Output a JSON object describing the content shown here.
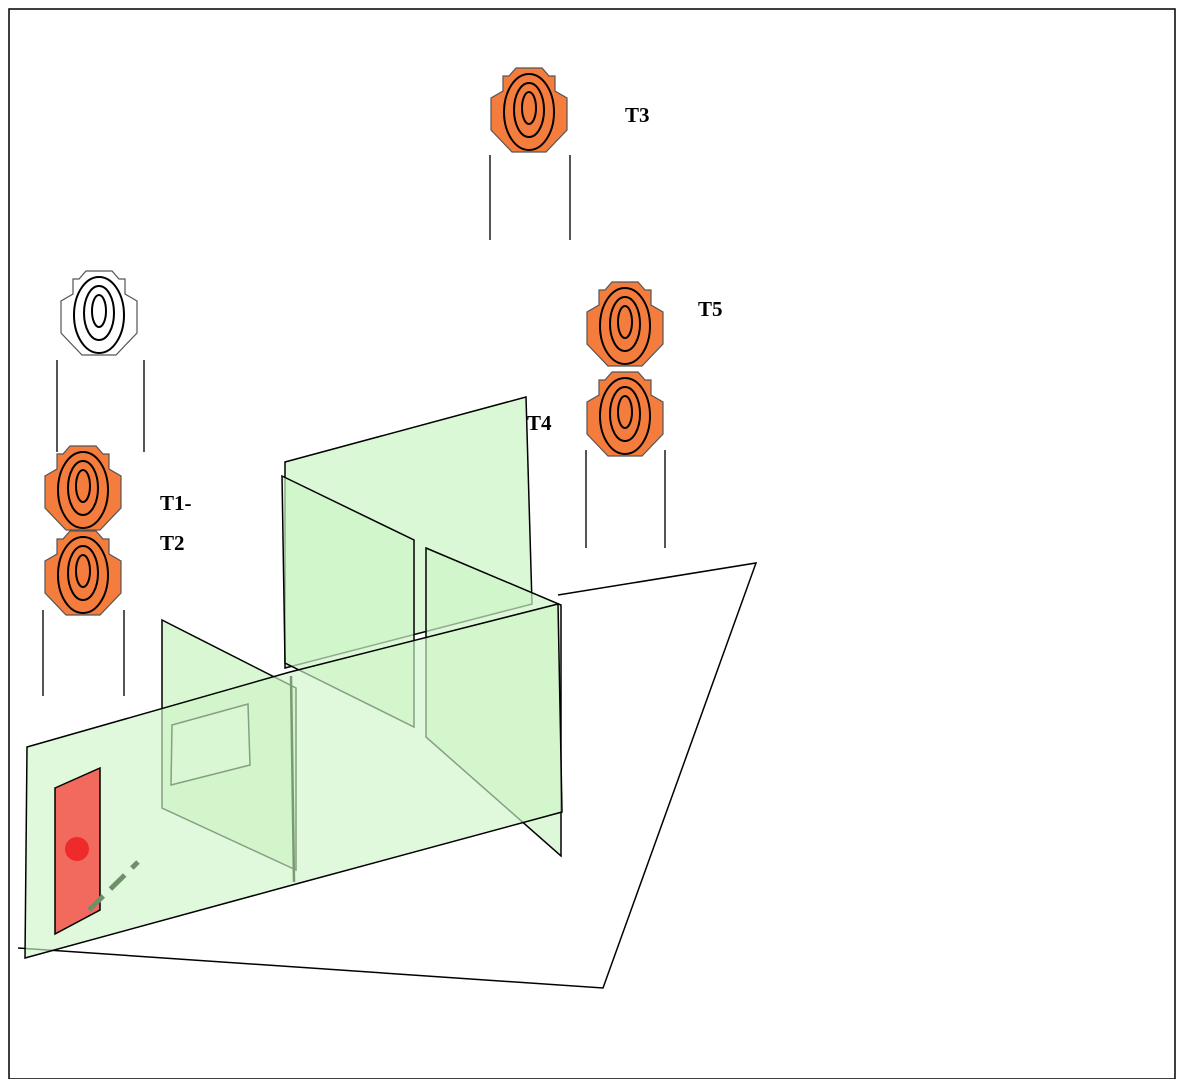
{
  "labels": {
    "t3": "T3",
    "t5": "T5",
    "t4": "T4",
    "t1_t2_line1": "T1-",
    "t1_t2_line2": "T2"
  },
  "colors": {
    "target_orange": "#f47c3c",
    "target_white": "#ffffff",
    "wall_fill": "#cff5c8",
    "wall_stroke": "#000000",
    "window_fill": "#eafde6",
    "start_box": "#f26a5e",
    "start_dot": "#ee2a2a",
    "dash_line": "#6f8f6a"
  },
  "targets": [
    {
      "id": "T3",
      "type": "steel-plate",
      "color": "orange"
    },
    {
      "id": "T5",
      "type": "steel-plate",
      "color": "orange"
    },
    {
      "id": "T4",
      "type": "steel-plate",
      "color": "orange"
    },
    {
      "id": "T1",
      "type": "steel-plate",
      "color": "orange"
    },
    {
      "id": "T2",
      "type": "steel-plate",
      "color": "orange"
    },
    {
      "id": "no-shoot",
      "type": "steel-plate",
      "color": "white"
    }
  ]
}
